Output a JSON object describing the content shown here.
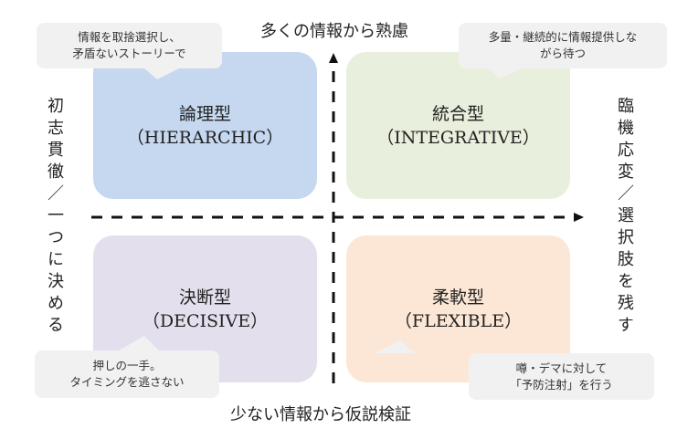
{
  "axes": {
    "top": "多くの情報から熟慮",
    "bottom": "少ない情報から仮説検証",
    "left": "初志貫徹／一つに決める",
    "right": "臨機応変／選択肢を残す"
  },
  "quadrants": [
    {
      "title": "論理型",
      "subtitle": "（HIERARCHIC）",
      "color": "#c5d8f0"
    },
    {
      "title": "統合型",
      "subtitle": "（INTEGRATIVE）",
      "color": "#e8efdc"
    },
    {
      "title": "決断型",
      "subtitle": "（DECISIVE）",
      "color": "#e4dfec"
    },
    {
      "title": "柔軟型",
      "subtitle": "（FLEXIBLE）",
      "color": "#fce7d6"
    }
  ],
  "callouts": [
    {
      "lines": [
        "情報を取捨選択し、",
        "矛盾ないストーリーで"
      ]
    },
    {
      "lines": [
        "多量・継続的に情報提供しな",
        "がら待つ"
      ]
    },
    {
      "lines": [
        "押しの一手。",
        "タイミングを逃さない"
      ]
    },
    {
      "lines": [
        "噂・デマに対して",
        "「予防注射」を行う"
      ]
    }
  ]
}
